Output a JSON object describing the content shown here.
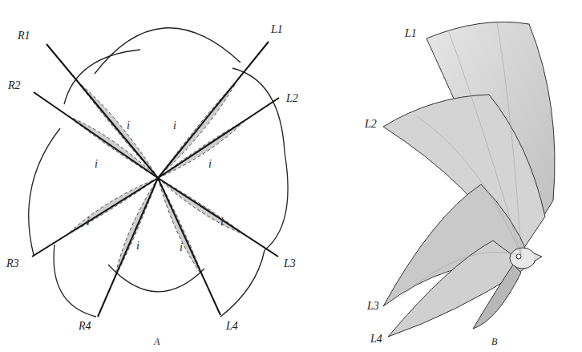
{
  "diagram": {
    "labels": [
      "R1",
      "L1",
      "R2",
      "i",
      "i",
      "L2",
      "i",
      "i",
      "R3",
      "i",
      "i",
      "L3",
      "R4",
      "i",
      "i",
      "L4",
      "A",
      "L1",
      "L2",
      "L3",
      "L4",
      "B"
    ]
  }
}
